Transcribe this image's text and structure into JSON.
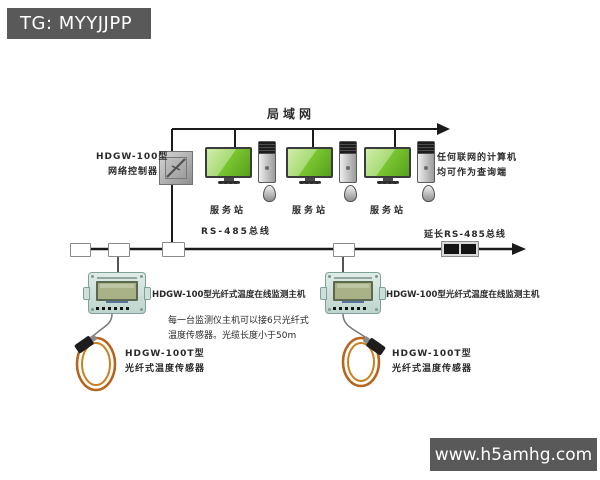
{
  "header": {
    "tag_label": "TG: MYYJJPP"
  },
  "footer": {
    "site_url": "www.h5amhg.com"
  },
  "diagram": {
    "lan_label": "局域网",
    "controller": {
      "label_line1": "HDGW-100型",
      "label_line2": "网络控制器"
    },
    "workstations": [
      {
        "label": "服务站"
      },
      {
        "label": "服务站"
      },
      {
        "label": "服务站"
      }
    ],
    "query_note": {
      "line1": "任何联网的计算机",
      "line2": "均可作为查询端"
    },
    "bus": {
      "label": "RS-485总线",
      "extension_label": "延长RS-485总线"
    },
    "hosts": [
      {
        "label": "HDGW-100型光纤式温度在线监测主机"
      },
      {
        "label": "HDGW-100型光纤式温度在线监测主机"
      }
    ],
    "host_note": {
      "line1": "每一台监测仪主机可以接6只光纤式",
      "line2": "温度传感器。光缆长度小于50m"
    },
    "sensors": [
      {
        "label_line1": "HDGW-100T型",
        "label_line2": "光纤式温度传感器"
      },
      {
        "label_line1": "HDGW-100T型",
        "label_line2": "光纤式温度传感器"
      }
    ]
  },
  "colors": {
    "banner_bg": "#595959",
    "banner_text": "#ffffff",
    "wire": "#1b1b1b",
    "screen_green": "#7cc832",
    "host_box": "#cfe2dc",
    "lcd_green": "#a9b287",
    "fiber_coil_copper": "#b5651d"
  }
}
